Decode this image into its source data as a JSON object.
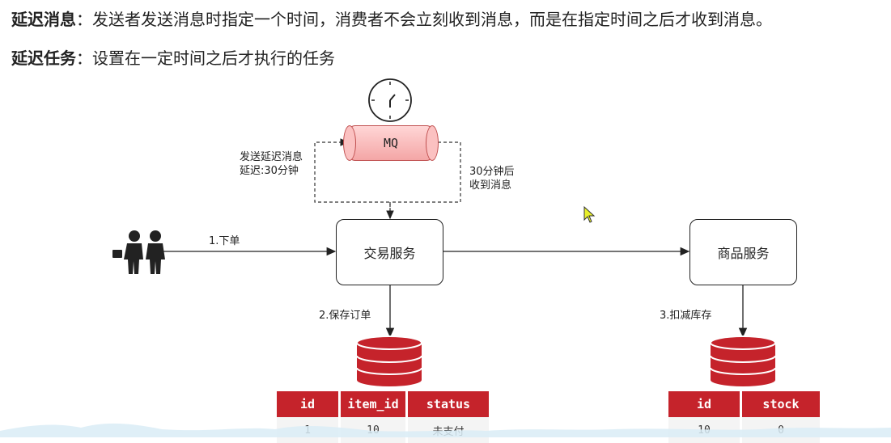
{
  "intro": {
    "delayed_message_term": "延迟消息",
    "delayed_message_sep": "：",
    "delayed_message_desc": "发送者发送消息时指定一个时间，消费者不会立刻收到消息，而是在指定时间之后才收到消息。",
    "delayed_task_term": "延迟任务",
    "delayed_task_sep": "：",
    "delayed_task_desc": "设置在一定时间之后才执行的任务"
  },
  "diagram": {
    "mq_label": "MQ",
    "send_delay_line1": "发送延迟消息",
    "send_delay_line2": "延迟:30分钟",
    "receive_line1": "30分钟后",
    "receive_line2": "收到消息",
    "trade_service": "交易服务",
    "product_service": "商品服务",
    "step1": "1.下单",
    "step2": "2.保存订单",
    "step3": "3.扣减库存"
  },
  "order_table": {
    "headers": [
      "id",
      "item_id",
      "status"
    ],
    "rows": [
      [
        "1",
        "10",
        "未支付"
      ]
    ]
  },
  "stock_table": {
    "headers": [
      "id",
      "stock"
    ],
    "rows": [
      [
        "10",
        "0"
      ]
    ]
  },
  "colors": {
    "db_red": "#c5232b",
    "mq_fill": "#f4a6a6",
    "cursor": "#e8ef2a"
  }
}
